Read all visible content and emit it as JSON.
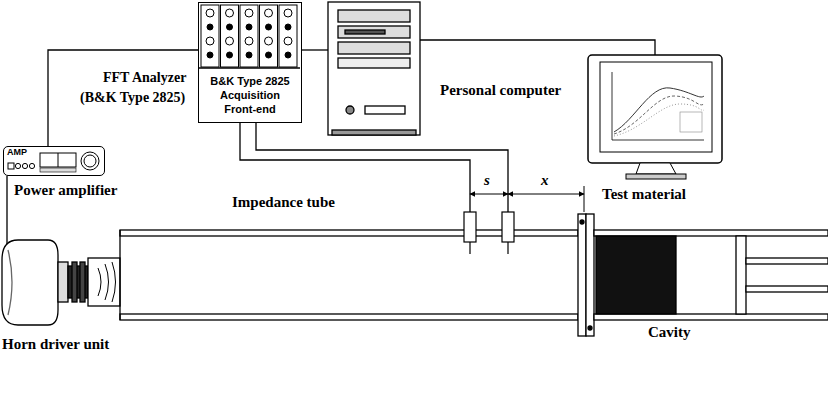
{
  "diagram": {
    "nodes": [
      {
        "text": [
          "B&K Type 2825 Acquisition Front-end"
        ]
      },
      {
        "text": [
          "AMP"
        ]
      }
    ],
    "edges": [
      {
        "from": 0,
        "to": 1,
        "arrow": "none"
      }
    ],
    "labels": [
      "FFT Analyzer",
      "(B&K Type 2825)",
      "Personal computer",
      "Power amplifier",
      "Impedance tube",
      "Test material",
      "Horn driver unit",
      "Cavity",
      "s",
      "x"
    ]
  }
}
